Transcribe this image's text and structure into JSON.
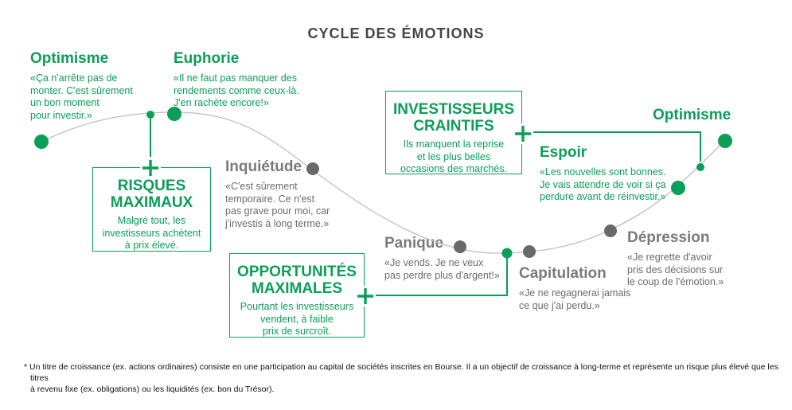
{
  "title": "CYCLE DES ÉMOTIONS",
  "colors": {
    "green": "#0b9e58",
    "gray_heading": "#7b7b7d",
    "gray_text": "#6c6c6e",
    "dark_title": "#464648",
    "curve": "#bfbfbf",
    "gray_dot": "#69696b"
  },
  "icons": {
    "plus_connector": "+"
  },
  "stages": {
    "optimisme_left": {
      "label": "Optimisme",
      "quote": [
        "«Ça n'arrête pas de",
        "monter. C'est sûrement",
        "un bon moment",
        "pour investir.»"
      ]
    },
    "euphorie": {
      "label": "Euphorie",
      "quote": [
        "«Il ne faut pas manquer des",
        "rendements comme ceux-là.",
        "J'en rachète encore!»"
      ]
    },
    "inquietude": {
      "label": "Inquiétude",
      "quote": [
        "«C'est sûrement",
        "temporaire. Ce n'est",
        "pas grave pour moi, car",
        "j'investis à long terme.»"
      ]
    },
    "panique": {
      "label": "Panique",
      "quote": [
        "«Je vends. Je ne veux",
        "pas perdre plus d'argent!»"
      ]
    },
    "capitulation": {
      "label": "Capitulation",
      "quote": [
        "«Je ne regagnerai jamais",
        "ce que j'ai perdu.»"
      ]
    },
    "depression": {
      "label": "Dépression",
      "quote": [
        "«Je regrette d'avoir",
        "pris des décisions sur",
        "le coup de l'émotion.»"
      ]
    },
    "espoir": {
      "label": "Espoir",
      "quote": [
        "«Les nouvelles sont bonnes.",
        "Je vais attendre de voir si ça",
        "perdure avant de réinvestir.»"
      ]
    },
    "optimisme_right": {
      "label": "Optimisme"
    }
  },
  "callouts": {
    "risques": {
      "title": [
        "RISQUES",
        "MAXIMAUX"
      ],
      "body": [
        "Malgré tout, les",
        "investisseurs achètent",
        "à prix élevé."
      ]
    },
    "opportunites": {
      "title": [
        "OPPORTUNITÉS",
        "MAXIMALES"
      ],
      "body": [
        "Pourtant les investisseurs",
        "vendent, à faible",
        "prix de surcroît."
      ]
    },
    "craintifs": {
      "title": [
        "INVESTISSEURS",
        "CRAINTIFS"
      ],
      "body": [
        "Ils manquent la reprise",
        "et les plus belles",
        "occasions des marchés."
      ]
    }
  },
  "footnote": [
    "* Un titre de croissance (ex. actions ordinaires) consiste en une participation au capital de sociétés inscrites en Bourse. Il a un objectif de croissance à long-terme et représente un risque plus élevé que les titres",
    "à revenu fixe (ex. obligations) ou les liquidités (ex. bon du Trésor)."
  ]
}
